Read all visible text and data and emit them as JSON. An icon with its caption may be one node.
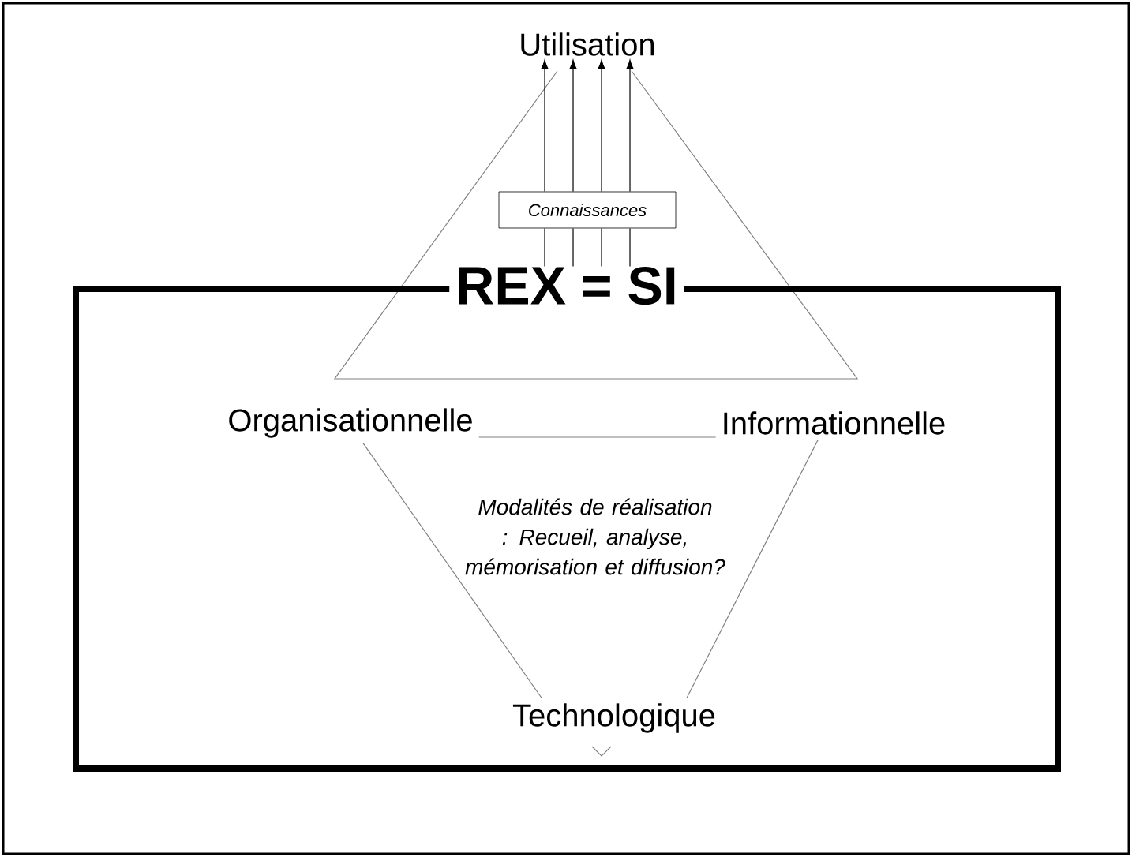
{
  "diagram": {
    "nodes": [
      {
        "text": [
          "Utilisation"
        ]
      },
      {
        "text": [
          "Connaissances"
        ]
      },
      {
        "text": [
          "REX = SI"
        ]
      },
      {
        "text": [
          "Organisationnelle"
        ],
        "in": 2
      },
      {
        "text": [
          "Informationnelle"
        ],
        "in": 2
      },
      {
        "text": [
          "Technologique"
        ],
        "in": 2
      }
    ],
    "edges": [
      {
        "from": 1,
        "to": 0,
        "arrow": "to"
      },
      {
        "from": 1,
        "to": 0,
        "arrow": "to"
      },
      {
        "from": 1,
        "to": 0,
        "arrow": "to"
      },
      {
        "from": 1,
        "to": 0,
        "arrow": "to"
      },
      {
        "from": 2,
        "to": 1,
        "arrow": "none"
      },
      {
        "from": 2,
        "to": 1,
        "arrow": "none"
      },
      {
        "from": 2,
        "to": 1,
        "arrow": "none"
      },
      {
        "from": 2,
        "to": 1,
        "arrow": "none"
      },
      {
        "from": 3,
        "to": 4,
        "arrow": "none",
        "color": "#808080"
      },
      {
        "from": 3,
        "to": 5,
        "arrow": "none",
        "color": "#808080"
      },
      {
        "from": 4,
        "to": 5,
        "arrow": "none",
        "color": "#808080"
      }
    ],
    "labels": [
      "Modalités de réalisation : Recueil, analyse, mémorisation et diffusion?"
    ]
  }
}
